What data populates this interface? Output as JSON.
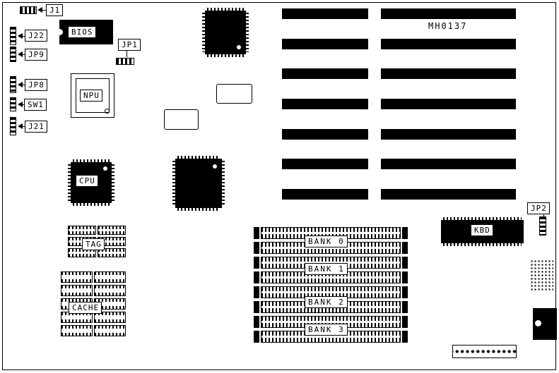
{
  "diagram": {
    "part_number": "MH0137",
    "labels": {
      "j1": "J1",
      "j22": "J22",
      "jp9": "JP9",
      "jp8": "JP8",
      "sw1": "SW1",
      "j21": "J21",
      "jp1": "JP1",
      "jp2": "JP2",
      "bios": "BIOS",
      "npu": "NPU",
      "cpu": "CPU",
      "kbd": "KBD",
      "tag": "TAG",
      "cache": "CACHE",
      "bank0": "BANK 0",
      "bank1": "BANK 1",
      "bank2": "BANK 2",
      "bank3": "BANK 3"
    },
    "colors": {
      "ink": "#000000",
      "paper": "#ffffff"
    }
  }
}
